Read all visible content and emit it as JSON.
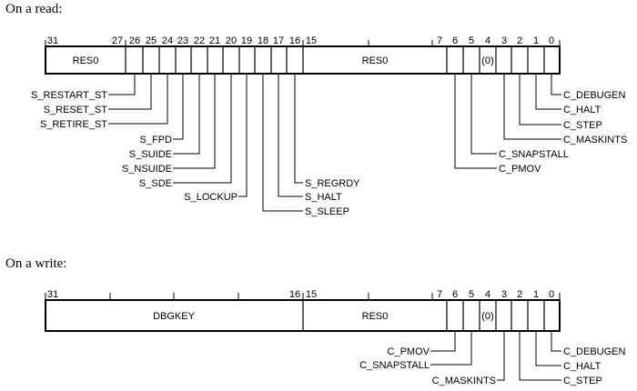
{
  "read": {
    "heading": "On a read:",
    "bit_numbers": [
      "31",
      "27",
      "26",
      "25",
      "24",
      "23",
      "22",
      "21",
      "20",
      "19",
      "18",
      "17",
      "16",
      "15",
      "7",
      "6",
      "5",
      "4",
      "3",
      "2",
      "1",
      "0"
    ],
    "fields": [
      "RES0",
      "RES0",
      "(0)"
    ],
    "labels_left": [
      "S_RESTART_ST",
      "S_RESET_ST",
      "S_RETIRE_ST",
      "S_FPD",
      "S_SUIDE",
      "S_NSUIDE",
      "S_SDE",
      "S_LOCKUP"
    ],
    "labels_right": [
      "S_REGRDY",
      "S_HALT",
      "S_SLEEP"
    ],
    "labels_c": [
      "C_DEBUGEN",
      "C_HALT",
      "C_STEP",
      "C_MASKINTS",
      "C_SNAPSTALL",
      "C_PMOV"
    ]
  },
  "write": {
    "heading": "On a write:",
    "bit_numbers": [
      "31",
      "16",
      "15",
      "7",
      "6",
      "5",
      "4",
      "3",
      "2",
      "1",
      "0"
    ],
    "fields": [
      "DBGKEY",
      "RES0",
      "(0)"
    ],
    "labels_left": [
      "C_PMOV",
      "C_SNAPSTALL",
      "C_MASKINTS"
    ],
    "labels_right": [
      "C_DEBUGEN",
      "C_HALT",
      "C_STEP"
    ]
  }
}
